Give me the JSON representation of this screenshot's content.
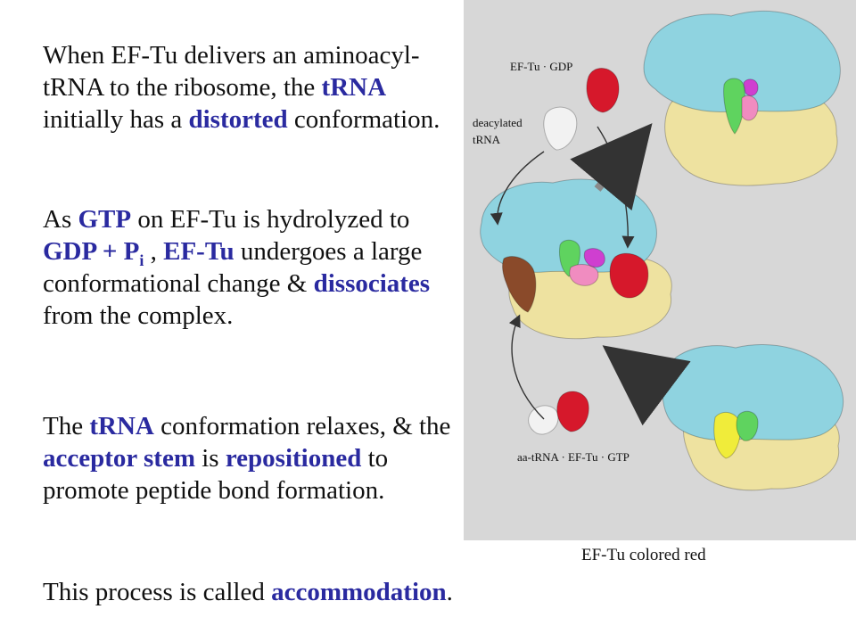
{
  "paragraph1": {
    "s1": "When EF-Tu delivers an aminoacyl-tRNA to the ribosome, the ",
    "h1": "tRNA",
    "s2": " initially has a ",
    "h2": "distorted",
    "s3": " conformation."
  },
  "paragraph2": {
    "s1": "As ",
    "h1": "GTP",
    "s2": " on EF-Tu is hydrolyzed to ",
    "h2": "GDP + P",
    "h2sub": "i",
    "s3": " , ",
    "h3": "EF-Tu",
    "s4": " undergoes a large conformational change & ",
    "h4": "dissociates",
    "s5": " from the complex."
  },
  "paragraph3": {
    "s1": "The ",
    "h1": "tRNA",
    "s2": " conformation relaxes, & the ",
    "h2": "acceptor stem",
    "s3": " is ",
    "h3": "repositioned",
    "s4": " to promote peptide bond formation."
  },
  "paragraph4": {
    "s1": "This process is called ",
    "h1": "accommodation",
    "s2": "."
  },
  "figure": {
    "label_eftu_gdp": "EF-Tu · GDP",
    "label_deacylated_1": "deacylated",
    "label_deacylated_2": "tRNA",
    "label_aa_trna": "aa-tRNA · EF-Tu · GTP",
    "caption": "EF-Tu colored red",
    "colors": {
      "panel_bg": "#d7d7d7",
      "large_subunit": "#8fd3e0",
      "small_subunit": "#eee2a0",
      "ef_tu": "#d6182b",
      "trna_grey": "#f2f2f2",
      "trna_green": "#5fd35f",
      "trna_magenta": "#cf3fd0",
      "trna_pink": "#f08cc0",
      "trna_yellow": "#f0ec3a",
      "trna_brown": "#8a4a2a",
      "arrow": "#777777"
    }
  }
}
